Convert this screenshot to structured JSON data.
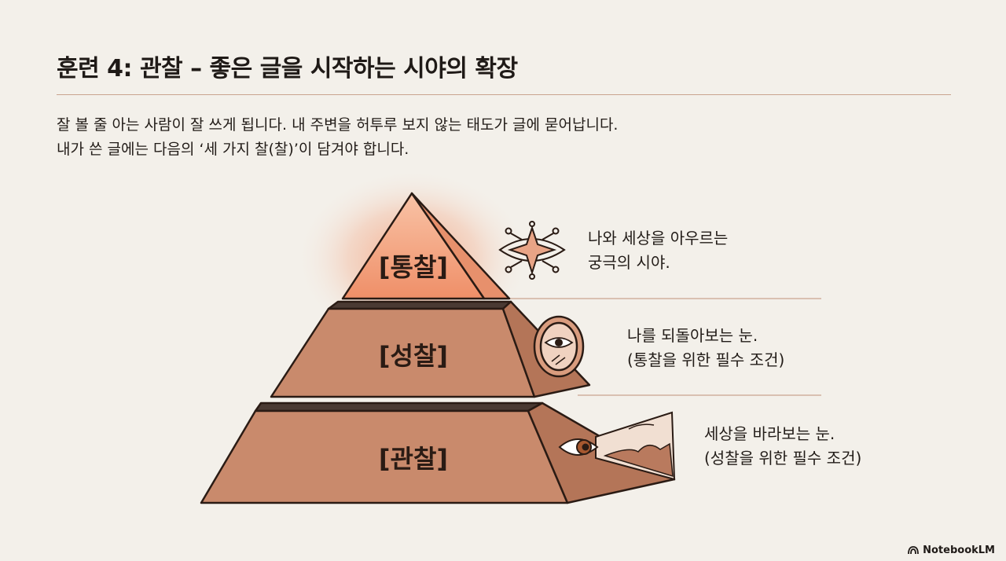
{
  "title": "훈련 4: 관찰 – 좋은 글을 시작하는 시야의 확장",
  "intro": {
    "line1": "잘 볼 줄 아는 사람이 잘 쓰게 됩니다. 내 주변을 허투루 보지 않는 태도가 글에 묻어납니다.",
    "line2": "내가 쓴 글에는 다음의 ‘세 가지 찰(찰)’이 담겨야 합니다."
  },
  "tiers": {
    "top": {
      "label": "[통찰]",
      "icon": "sparkle-eye-icon",
      "caption_line1": "나와 세상을 아우르는",
      "caption_line2": "궁극의 시야."
    },
    "middle": {
      "label": "[성찰]",
      "icon": "mirror-eye-icon",
      "caption_line1": "나를 되돌아보는 눈.",
      "caption_line2": "(통찰을 위한 필수 조건)"
    },
    "bottom": {
      "label": "[관찰]",
      "icon": "eye-landscape-icon",
      "caption_line1": "세상을 바라보는 눈.",
      "caption_line2": "(성찰을 위한 필수 조건)"
    }
  },
  "colors": {
    "background": "#f3f0ea",
    "tier_base": "#c98a6c",
    "tier_side": "#b47558",
    "top_glow": "#f39a78",
    "outline": "#2a1b14",
    "rule": "#c9a48f"
  },
  "brand": "NotebookLM"
}
